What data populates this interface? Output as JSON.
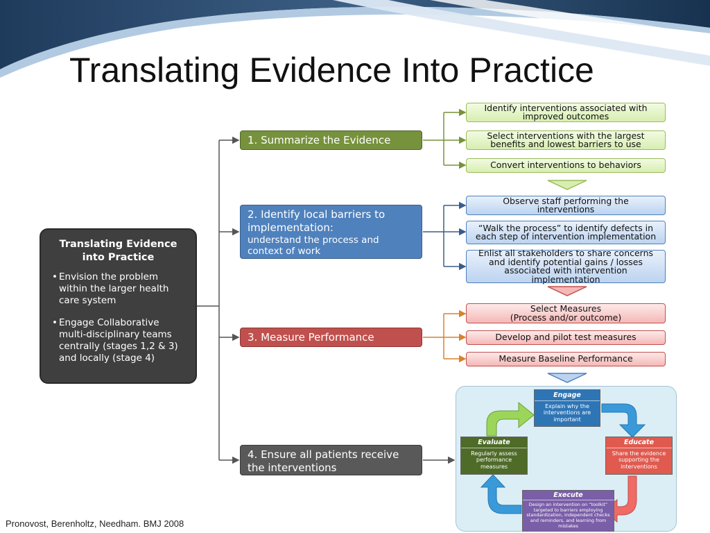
{
  "title": "Translating Evidence Into Practice",
  "citation": "Pronovost, Berenholtz, Needham. BMJ 2008",
  "central": {
    "title": "Translating Evidence into Practice",
    "bullets": [
      "Envision the problem within the larger health care system",
      "Engage Collaborative multi-disciplinary teams centrally (stages 1,2 & 3) and locally (stage 4)"
    ]
  },
  "stages": {
    "s1": {
      "label": "1. Summarize the Evidence"
    },
    "s2": {
      "label": "2. Identify local barriers to implementation:",
      "sub": "understand the process and context of work"
    },
    "s3": {
      "label": "3. Measure Performance"
    },
    "s4": {
      "label": "4. Ensure all patients receive the interventions"
    }
  },
  "substeps": {
    "s1": [
      [
        "Identify interventions associated with",
        "improved outcomes"
      ],
      [
        "Select interventions with the largest",
        "benefits and lowest barriers to use"
      ],
      [
        "Convert interventions to behaviors"
      ]
    ],
    "s2": [
      [
        "Observe staff performing the",
        "interventions"
      ],
      [
        "“Walk the process” to identify defects in",
        "each step of intervention implementation"
      ],
      [
        "Enlist all stakeholders to share concerns",
        "and identify potential gains / losses",
        "associated with intervention implementation"
      ]
    ],
    "s3": [
      [
        "Select Measures",
        "(Process and/or outcome)"
      ],
      [
        "Develop and pilot test measures"
      ],
      [
        "Measure Baseline Performance"
      ]
    ]
  },
  "cycle": {
    "engage": {
      "title": "Engage",
      "body": "Explain why the interventions are important"
    },
    "educate": {
      "title": "Educate",
      "body": "Share the evidence supporting the interventions"
    },
    "execute": {
      "title": "Execute",
      "body": "Design an intervention on “toolkit” targeted to barriers employing standardization, independent checks and reminders, and learning from mistakes"
    },
    "evaluate": {
      "title": "Evaluate",
      "body": "Regularly assess performance measures"
    }
  },
  "colors": {
    "green": "#76923c",
    "blue": "#4f81bd",
    "red": "#c0504d",
    "gray": "#595959",
    "engage": "#2e75b6",
    "educate": "#e05a4f",
    "execute": "#7a5ea8",
    "evaluate": "#4e6b28"
  }
}
